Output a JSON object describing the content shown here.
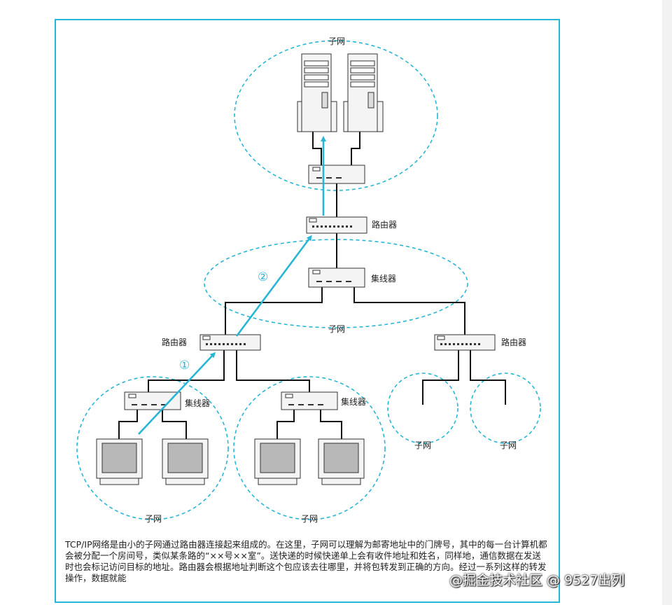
{
  "labels": {
    "subnet": "子网",
    "router": "路由器",
    "hub": "集线器",
    "step1": "①",
    "step2": "②"
  },
  "caption": "TCP/IP网络是由小的子网通过路由器连接起来组成的。在这里，子网可以理解为邮寄地址中的门牌号，其中的每一台计算机都会被分配一个房间号，类似某条路的“××号××室”。送快递的时候快递单上会有收件地址和姓名，同样地，通信数据在发送时也会标记访问目标的地址。路由器会根据地址判断这个包应该去往哪里，并将包转发到正确的方向。经过一系列这样的转发操作，数据就能",
  "watermark": "@掘金技术社区 @ 9527出列",
  "colors": {
    "accent": "#29b6d6",
    "line": "#111111",
    "device": "#f4f4f4"
  }
}
